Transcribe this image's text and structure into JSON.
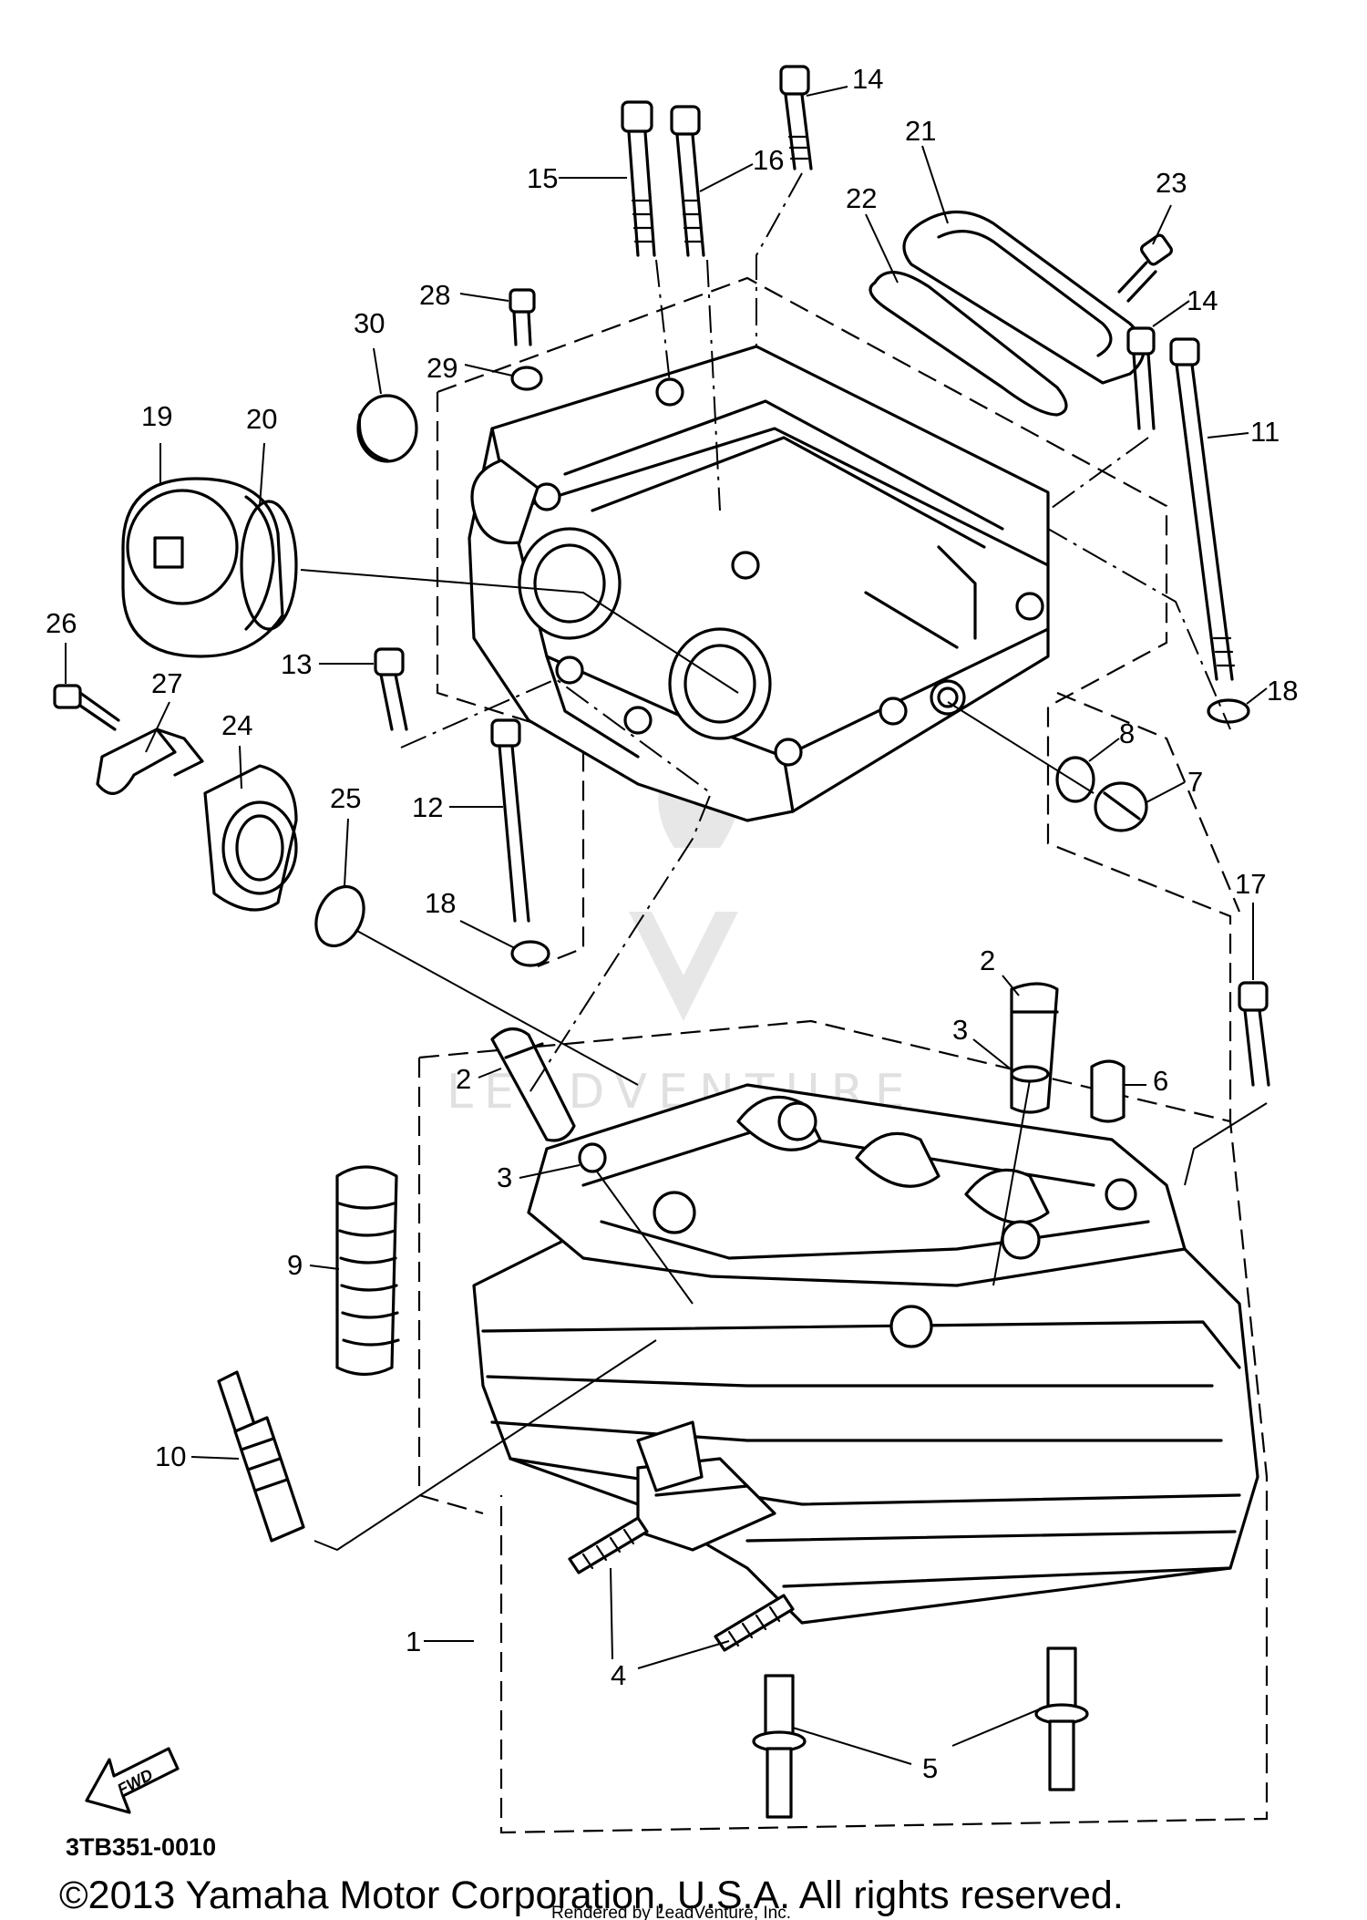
{
  "callouts": [
    {
      "id": "c1",
      "label": "1"
    },
    {
      "id": "c2a",
      "label": "2"
    },
    {
      "id": "c2b",
      "label": "2"
    },
    {
      "id": "c3a",
      "label": "3"
    },
    {
      "id": "c3b",
      "label": "3"
    },
    {
      "id": "c4",
      "label": "4"
    },
    {
      "id": "c5",
      "label": "5"
    },
    {
      "id": "c6",
      "label": "6"
    },
    {
      "id": "c7",
      "label": "7"
    },
    {
      "id": "c8",
      "label": "8"
    },
    {
      "id": "c9",
      "label": "9"
    },
    {
      "id": "c10",
      "label": "10"
    },
    {
      "id": "c11",
      "label": "11"
    },
    {
      "id": "c12",
      "label": "12"
    },
    {
      "id": "c13",
      "label": "13"
    },
    {
      "id": "c14a",
      "label": "14"
    },
    {
      "id": "c14b",
      "label": "14"
    },
    {
      "id": "c15",
      "label": "15"
    },
    {
      "id": "c16",
      "label": "16"
    },
    {
      "id": "c17",
      "label": "17"
    },
    {
      "id": "c18a",
      "label": "18"
    },
    {
      "id": "c18b",
      "label": "18"
    },
    {
      "id": "c19",
      "label": "19"
    },
    {
      "id": "c20",
      "label": "20"
    },
    {
      "id": "c21",
      "label": "21"
    },
    {
      "id": "c22",
      "label": "22"
    },
    {
      "id": "c23",
      "label": "23"
    },
    {
      "id": "c24",
      "label": "24"
    },
    {
      "id": "c25",
      "label": "25"
    },
    {
      "id": "c26",
      "label": "26"
    },
    {
      "id": "c27",
      "label": "27"
    },
    {
      "id": "c28",
      "label": "28"
    },
    {
      "id": "c29",
      "label": "29"
    },
    {
      "id": "c30",
      "label": "30"
    }
  ],
  "fwd_label": "FWD",
  "diagram_code": "3TB351-0010",
  "copyright": "©2013 Yamaha Motor Corporation, U.S.A. All rights reserved.",
  "rendered_by": "Rendered by LeadVenture, Inc.",
  "watermark": "LEADVENTURE"
}
